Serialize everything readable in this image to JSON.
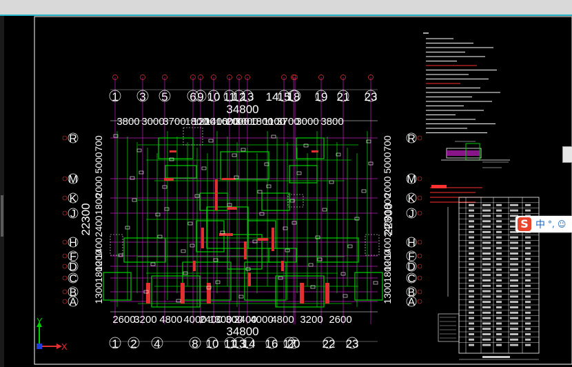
{
  "drawing": {
    "total_dim": "34800",
    "top_axes": [
      "1",
      "3",
      "5",
      "6",
      "9",
      "10",
      "11",
      "12",
      "13",
      "14",
      "15",
      "18",
      "19",
      "21",
      "23"
    ],
    "bottom_axes": [
      "1",
      "2",
      "4",
      "8",
      "10",
      "11",
      "13",
      "14",
      "16",
      "17",
      "20",
      "22",
      "23"
    ],
    "top_spans": [
      "3800",
      "3000",
      "3700",
      "1800",
      "1200",
      "1400",
      "1600",
      "2000",
      "3000",
      "1800",
      "1100",
      "3700",
      "3000",
      "3800"
    ],
    "bottom_spans": [
      "2600",
      "3200",
      "4800",
      "4000",
      "2400",
      "1300",
      "300",
      "2400",
      "4000",
      "4800",
      "3200",
      "2600"
    ],
    "left_rows": [
      "R",
      "M",
      "K",
      "J",
      "H",
      "F",
      "D",
      "C",
      "B",
      "A"
    ],
    "right_rows": [
      "R",
      "M",
      "K",
      "J",
      "H",
      "F",
      "D",
      "C",
      "B",
      "A"
    ],
    "left_vertical_dims": [
      "700",
      "5000",
      "2000",
      "1800",
      "2400",
      "1400",
      "1200",
      "1800",
      "1300"
    ],
    "left_total": "22300",
    "right_vertical_dims": [
      "700",
      "5000",
      "2000",
      "1800",
      "2400",
      "1400",
      "1200",
      "1800",
      "1300"
    ],
    "right_total": "22300",
    "ucs": {
      "x_label": "X",
      "y_label": "Y"
    }
  },
  "ime": {
    "logo": "S",
    "mode": "中",
    "punct": "°,",
    "extra": "☺"
  },
  "colors": {
    "background": "#000000",
    "grid_magenta": "#c21fc2",
    "structure_green": "#00d000",
    "wall_red": "#e03030",
    "border_cyan": "#2ab7c8",
    "text_white": "#ffffff",
    "note_red": "#ff3030"
  }
}
